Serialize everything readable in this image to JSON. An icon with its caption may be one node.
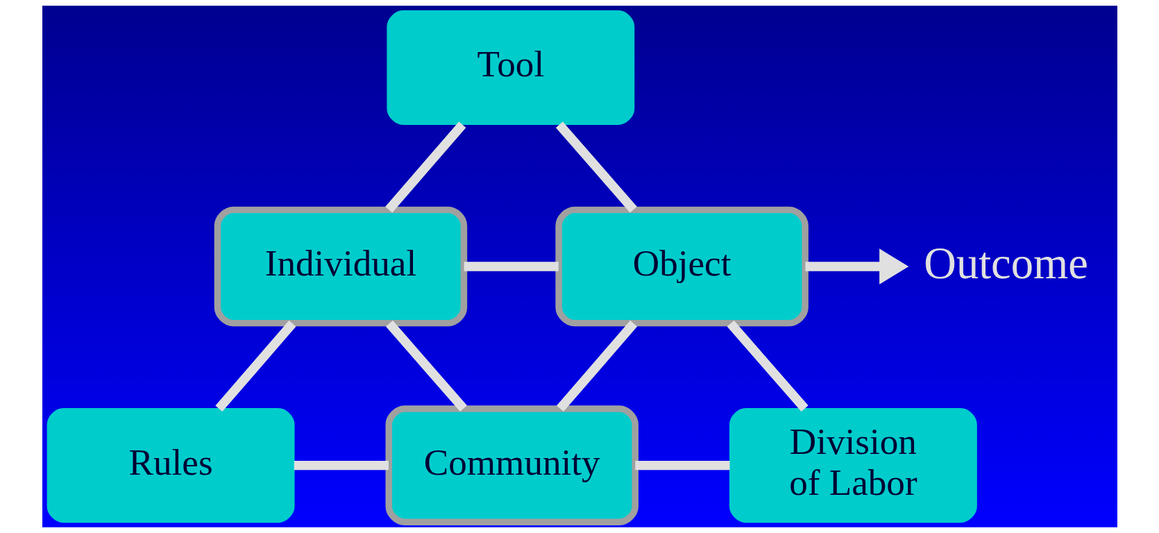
{
  "diagram": {
    "nodes": [
      {
        "text": [
          "Tool"
        ]
      },
      {
        "text": [
          "Individual"
        ]
      },
      {
        "text": [
          "Object"
        ]
      },
      {
        "text": [
          "Rules"
        ]
      },
      {
        "text": [
          "Community"
        ]
      },
      {
        "text": [
          "Division of Labor"
        ]
      },
      {
        "text": [
          "Outcome"
        ]
      }
    ],
    "edges": [
      {
        "from": 0,
        "to": 1,
        "arrow": "none"
      },
      {
        "from": 0,
        "to": 2,
        "arrow": "none"
      },
      {
        "from": 1,
        "to": 2,
        "arrow": "none"
      },
      {
        "from": 1,
        "to": 3,
        "arrow": "none"
      },
      {
        "from": 1,
        "to": 4,
        "arrow": "none"
      },
      {
        "from": 2,
        "to": 4,
        "arrow": "none"
      },
      {
        "from": 2,
        "to": 5,
        "arrow": "none"
      },
      {
        "from": 3,
        "to": 4,
        "arrow": "none"
      },
      {
        "from": 4,
        "to": 5,
        "arrow": "none"
      },
      {
        "from": 2,
        "to": 6,
        "arrow": "to"
      }
    ]
  }
}
